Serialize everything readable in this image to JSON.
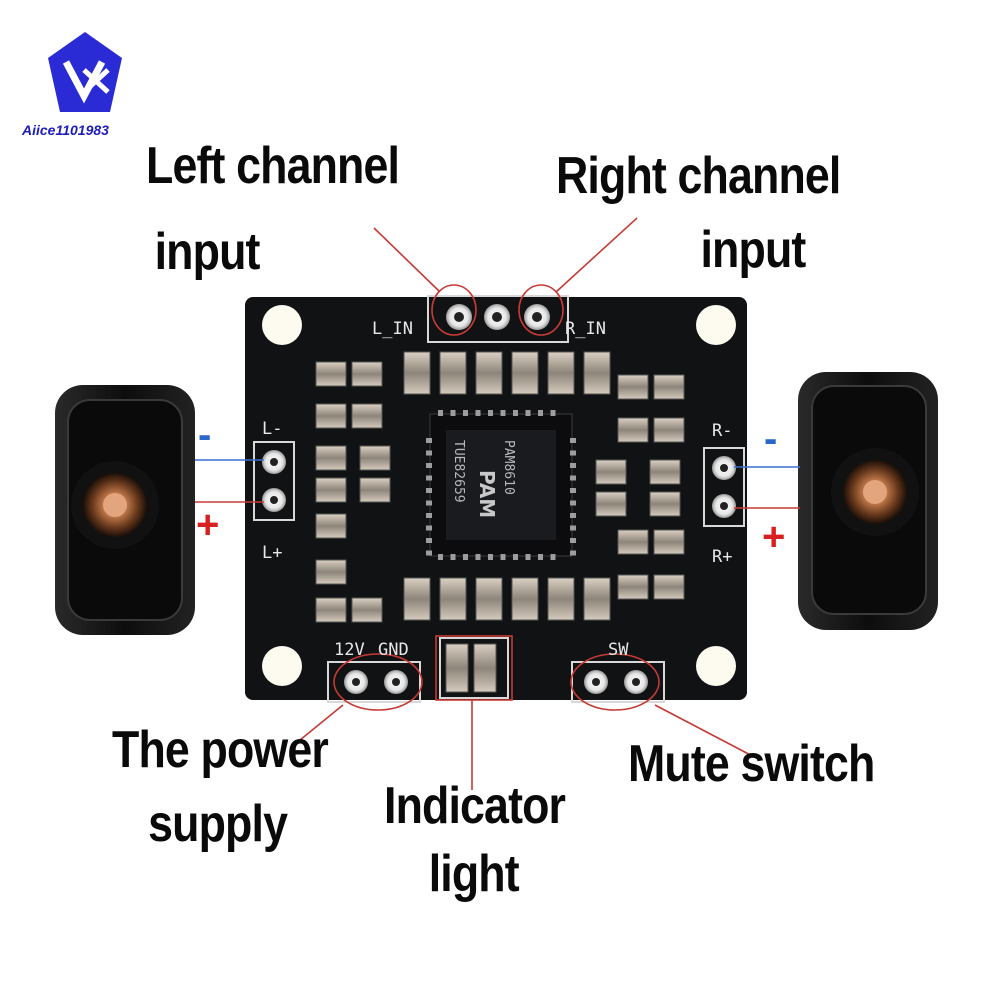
{
  "brand": {
    "logo_text": "Aiice1101983",
    "logo_color": "#2b2bd6"
  },
  "callouts": {
    "left_channel": [
      "Left channel",
      "input"
    ],
    "right_channel": [
      "Right channel",
      "input"
    ],
    "power_supply": [
      "The power",
      "supply"
    ],
    "indicator": [
      "Indicator",
      "light"
    ],
    "mute": [
      "Mute switch"
    ]
  },
  "board_labels": {
    "l_in": "L_IN",
    "r_in": "R_IN",
    "l_minus": "L-",
    "l_plus": "L+",
    "r_minus": "R-",
    "r_plus": "R+",
    "v12": "12V",
    "gnd": "GND",
    "sw": "SW"
  },
  "chip": {
    "maker": "PAM",
    "part": "PAM8610",
    "lot": "TUE82659"
  },
  "polarity": {
    "minus": "-",
    "plus": "+"
  },
  "colors": {
    "board": "#111214",
    "annotation_red": "#c63a36",
    "wire_blue": "#3a6ed0",
    "plus_red": "#d82020",
    "minus_blue": "#2a67c9"
  }
}
